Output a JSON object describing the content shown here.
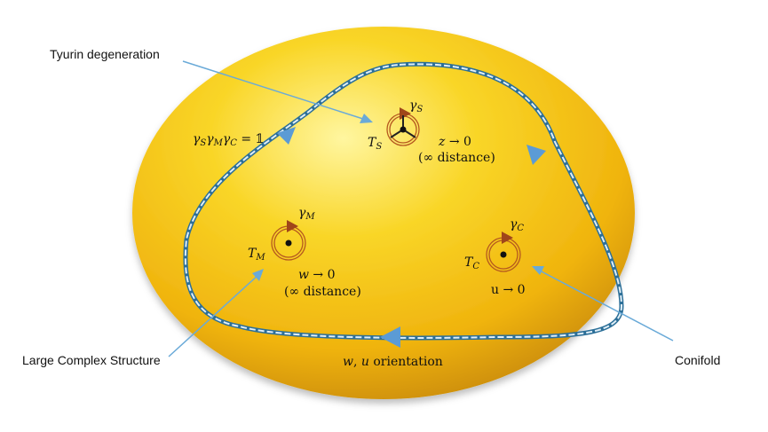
{
  "external_labels": {
    "tyurin": "Tyurin degeneration",
    "lcs": "Large Complex Structure",
    "conifold": "Conifold"
  },
  "monodromy_relation": {
    "g1": "γ",
    "s1": "S",
    "g2": "γ",
    "s2": "M",
    "g3": "γ",
    "s3": "C",
    "eq": " = 𝟙"
  },
  "points": {
    "S": {
      "gamma": "γ",
      "gamma_sub": "S",
      "T": "T",
      "T_sub": "S",
      "limit_var": "z",
      "limit_rest": " → 0",
      "distance": "(∞ distance)"
    },
    "M": {
      "gamma": "γ",
      "gamma_sub": "M",
      "T": "T",
      "T_sub": "M",
      "limit_var": "w",
      "limit_rest": " → 0",
      "distance": "(∞ distance)"
    },
    "C": {
      "gamma": "γ",
      "gamma_sub": "C",
      "T": "T",
      "T_sub": "C",
      "limit": "u → 0"
    }
  },
  "orientation": {
    "var1": "w",
    "comma": ", ",
    "var2": "u",
    "rest": " orientation"
  },
  "colors": {
    "ellipse_light": "#fdf07a",
    "ellipse_mid": "#f7c615",
    "ellipse_dark": "#cf8f06",
    "loop": "#4a96c8",
    "arrow": "#5b9bd5",
    "circle": "#c0642a",
    "pointer": "#6aaad8"
  }
}
